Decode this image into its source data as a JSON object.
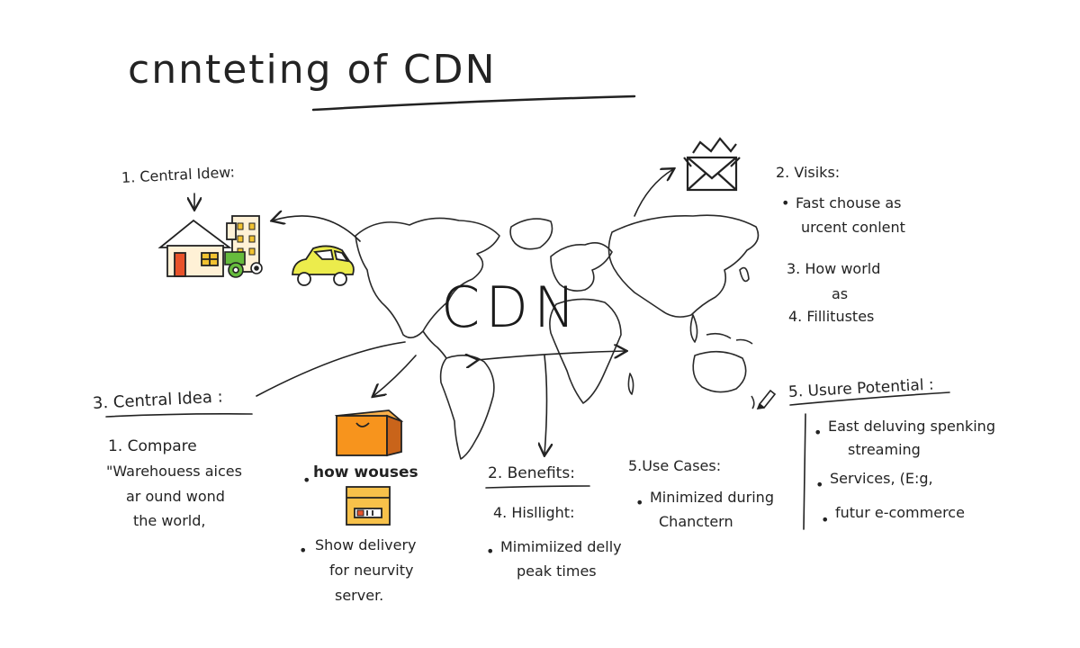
{
  "title": "cnnteting of CDN",
  "center_label": "CDN",
  "sections": {
    "s1": {
      "heading": "1. Central Idew:"
    },
    "s2": {
      "heading": "2. Visiks:",
      "bullet": "Fast chouse as",
      "bullet_cont": "urcent conlent",
      "item3": "3. How world",
      "item3_cont": "as",
      "item4": "4. Fillitustes"
    },
    "s3": {
      "heading": "3. Central Idea :",
      "line1": "1. Compare",
      "line2": "\"Warehouess aices",
      "line3": "ar ound wond",
      "line4": "the world,"
    },
    "s4": {
      "heading": "how wouses",
      "bullet": "Show delivery",
      "line2": "for neurvity",
      "line3": "server."
    },
    "s5": {
      "heading": "2. Benefits:",
      "sub": "4. Hisllight:",
      "bullet": "Mimimiized delly",
      "line2": "peak times"
    },
    "s6": {
      "heading": "5.Use Cases:",
      "bullet": "Minimized during",
      "line2": "Chanctern"
    },
    "s7": {
      "heading": "5. Usure Potential :",
      "b1": "East deluving spenking",
      "b1_cont": "streaming",
      "b2": "Services, (E:g,",
      "b3": "futur e-commerce"
    }
  },
  "colors": {
    "ink": "#232323",
    "house_roof": "#f2c230",
    "door": "#e8522a",
    "car": "#ecec4c",
    "box": "#f7941d",
    "box_dark": "#c9641a",
    "wheel": "#66bb3d"
  },
  "icons": [
    "house-icon",
    "building-icon",
    "tractor-icon",
    "car-icon",
    "box-icon",
    "server-box-icon",
    "envelope-icon",
    "world-map",
    "pencil-icon"
  ]
}
